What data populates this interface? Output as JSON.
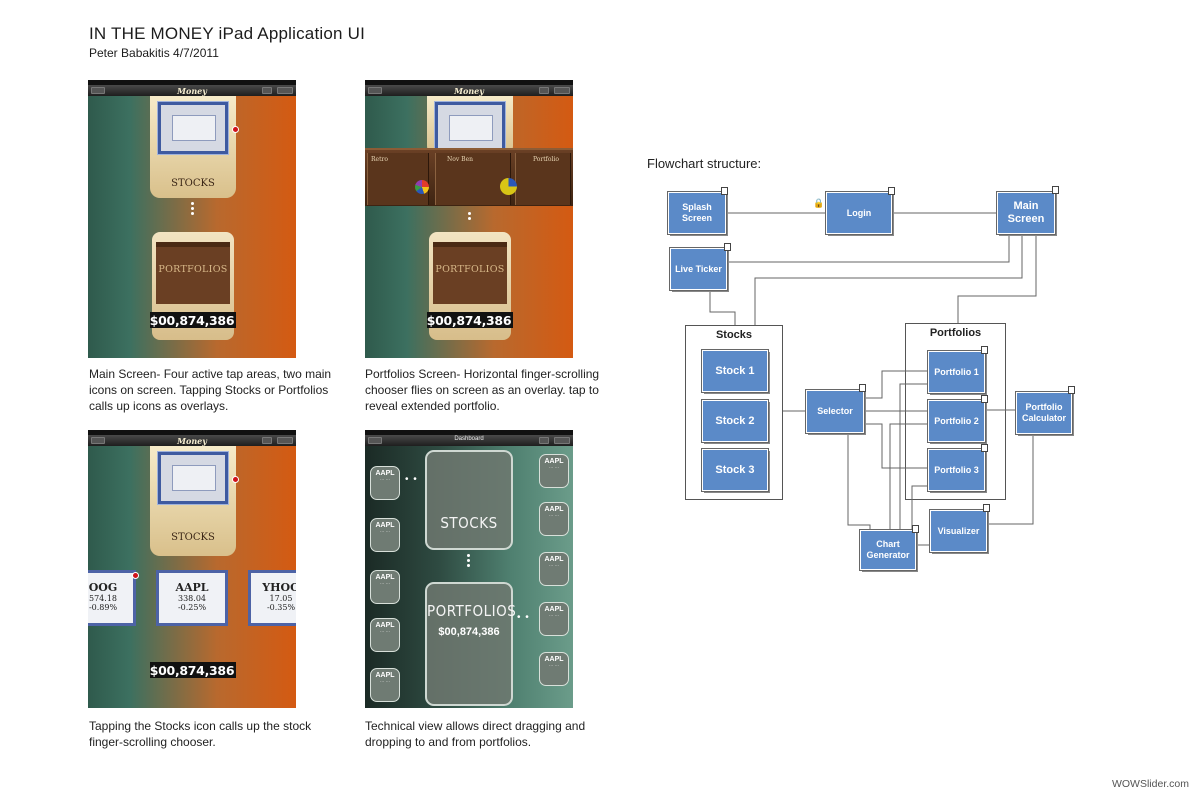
{
  "document": {
    "title": "IN THE MONEY iPad Application UI",
    "author": "Peter Babakitis 4/7/2011"
  },
  "screens": {
    "main": {
      "logo": "Money",
      "stocks_label": "STOCKS",
      "portfolios_label": "PORTFOLIOS",
      "value": "$00,874,386"
    },
    "portfolios": {
      "logo": "Money",
      "tabs": [
        "Retro",
        "Nov Ben",
        "Portfolio"
      ],
      "portfolios_label": "PORTFOLIOS",
      "value": "$00,874,386"
    },
    "stock_chooser": {
      "logo": "Money",
      "stocks_label": "STOCKS",
      "cards": [
        {
          "symbol": "OOG",
          "value": "574.18",
          "change": "-0.89%"
        },
        {
          "symbol": "AAPL",
          "value": "338.04",
          "change": "-0.25%"
        },
        {
          "symbol": "YHOO",
          "value": "17.05",
          "change": "-0.35%"
        }
      ],
      "value": "$00,874,386"
    },
    "technical": {
      "title": "Dashboard",
      "stocks_label": "STOCKS",
      "portfolios_label": "PORTFOLIOS",
      "value": "$00,874,386",
      "mini_symbol": "AAPL"
    }
  },
  "captions": {
    "main": "Main Screen- Four active tap areas, two main icons on screen. Tapping Stocks or Portfolios calls up icons as overlays.",
    "portfolios": "Portfolios Screen- Horizontal finger-scrolling chooser flies on screen as an overlay. tap to reveal extended portfolio.",
    "stock_chooser": "Tapping the Stocks icon calls up the stock finger-scrolling chooser.",
    "technical": "Technical view allows direct dragging and dropping to and from portfolios."
  },
  "flowchart": {
    "title": "Flowchart structure:",
    "nodes": {
      "splash": "Splash Screen",
      "login": "Login",
      "main": "Main Screen",
      "ticker": "Live Ticker",
      "stocks_group": "Stocks",
      "stock1": "Stock 1",
      "stock2": "Stock 2",
      "stock3": "Stock 3",
      "selector": "Selector",
      "portfolios_group": "Portfolios",
      "portfolio1": "Portfolio 1",
      "portfolio2": "Portfolio 2",
      "portfolio3": "Portfolio 3",
      "calculator": "Portfolio Calculator",
      "visualizer": "Visualizer",
      "chart_generator": "Chart Generator"
    }
  },
  "watermark": "WOWSlider.com"
}
